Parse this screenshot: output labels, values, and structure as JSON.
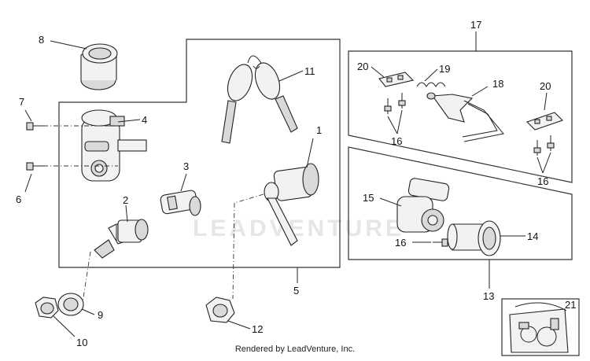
{
  "watermark": "LEADVENTURE",
  "footer": "Rendered by LeadVenture, Inc.",
  "callouts": {
    "c1": "1",
    "c2": "2",
    "c3": "3",
    "c4": "4",
    "c5": "5",
    "c6": "6",
    "c7": "7",
    "c8": "8",
    "c9": "9",
    "c10": "10",
    "c11": "11",
    "c12": "12",
    "c13": "13",
    "c14": "14",
    "c15": "15",
    "c16a": "16",
    "c16b": "16",
    "c16c": "16",
    "c17": "17",
    "c18": "18",
    "c19": "19",
    "c20a": "20",
    "c20b": "20",
    "c21": "21"
  }
}
